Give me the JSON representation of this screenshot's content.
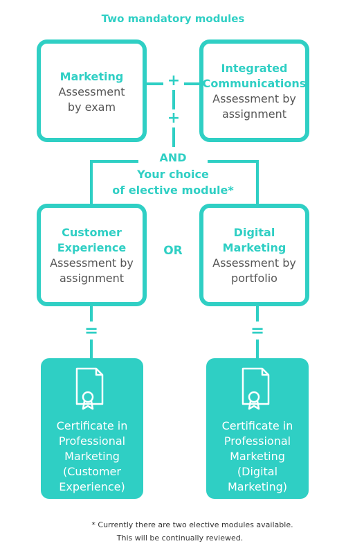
{
  "header": "Two mandatory modules",
  "modules": {
    "marketing": {
      "title": [
        "Marketing"
      ],
      "body": [
        "Assessment",
        "by exam"
      ]
    },
    "integrated": {
      "title": [
        "Integrated",
        "Communications"
      ],
      "body": [
        "Assessment by",
        "assignment"
      ]
    },
    "customer": {
      "title": [
        "Customer",
        "Experience"
      ],
      "body": [
        "Assessment by",
        "assignment"
      ]
    },
    "digital": {
      "title": [
        "Digital",
        "Marketing"
      ],
      "body": [
        "Assessment by",
        "portfolio"
      ]
    }
  },
  "connectors": {
    "and": "AND",
    "choice": [
      "Your choice",
      "of elective module*"
    ],
    "or": "OR",
    "plus": "+",
    "equals": "="
  },
  "certificates": {
    "customer": [
      "Certificate in",
      "Professional",
      "Marketing",
      "(Customer",
      "Experience)"
    ],
    "digital": [
      "Certificate in",
      "Professional",
      "Marketing",
      "(Digital",
      "Marketing)"
    ]
  },
  "footnote": [
    "* Currently there are two elective modules available.",
    "This will be continually reviewed."
  ],
  "colors": {
    "teal": "#2fcfc4",
    "text": "#555555",
    "white": "#ffffff"
  },
  "icons": [
    "certificate-icon"
  ]
}
